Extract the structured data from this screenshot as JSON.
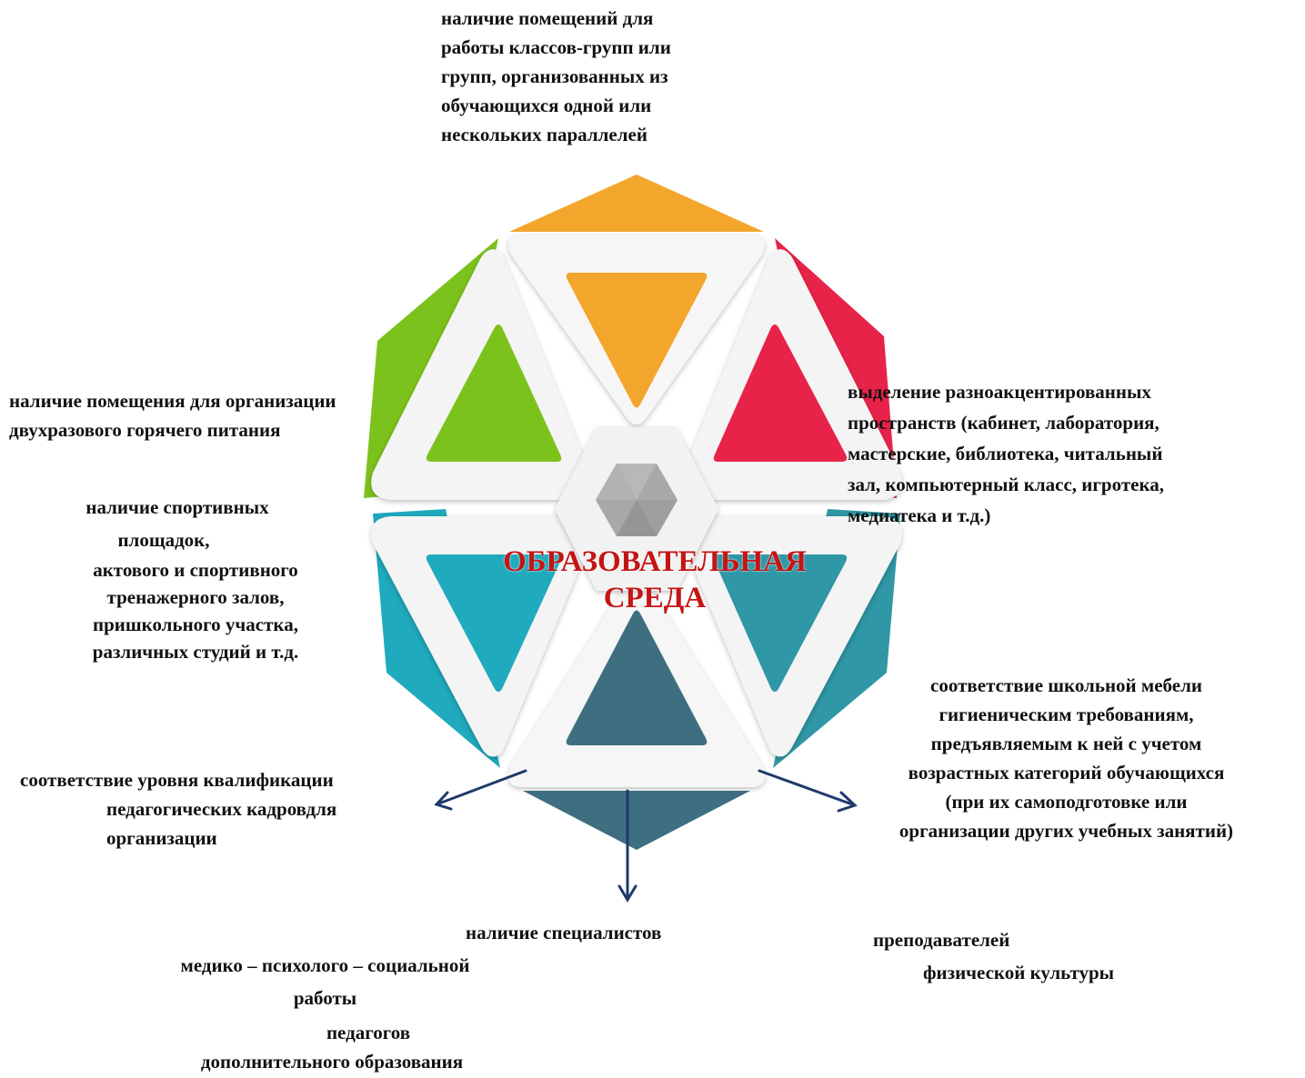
{
  "diagram": {
    "center": {
      "title_line1": "ОБРАЗОВАТЕЛЬНАЯ",
      "title_line2": "СРЕДА"
    },
    "segments": [
      {
        "id": "top",
        "color": "#f2a62b"
      },
      {
        "id": "upper-right",
        "color": "#e8234a"
      },
      {
        "id": "lower-right",
        "color": "#2f97a6"
      },
      {
        "id": "bottom",
        "color": "#3e6f80"
      },
      {
        "id": "lower-left",
        "color": "#1faabd"
      },
      {
        "id": "upper-left",
        "color": "#7cc21d"
      }
    ],
    "hub_color": "#a8a8a8",
    "arrow_color": "#1f3a6a"
  },
  "labels": {
    "top": [
      "наличие помещений для",
      "работы классов-групп или",
      "групп, организованных из",
      "обучающихся одной или",
      "нескольких параллелей"
    ],
    "left_upper": [
      "наличие помещения для организации",
      "двухразового горячего питания"
    ],
    "left_sports": [
      "наличие спортивных",
      "площадок,",
      "актового и спортивного",
      "тренажерного залов,",
      "пришкольного участка,",
      "различных студий и т.д."
    ],
    "right_upper": [
      "выделение разноакцентированных",
      "пространств (кабинет, лаборатория,",
      "мастерские, библиотека, читальный",
      "зал, компьютерный класс, игротека,",
      "медиатека и т.д.)"
    ],
    "right_lower": [
      "соответствие школьной мебели",
      "гигиеническим требованиям,",
      "предъявляемым к ней с учетом",
      "возрастных категорий обучающихся",
      "(при их самоподготовке или",
      "организации других учебных занятий)"
    ],
    "left_lower": [
      "соответствие уровня квалификации",
      "педагогических кадровдля",
      "организации"
    ],
    "specialists": "наличие специалистов",
    "medico": [
      "медико – психолого – социальной",
      "работы"
    ],
    "teachers_pe": [
      "преподавателей",
      "физической культуры"
    ],
    "teachers_add": [
      "педагогов",
      "дополнительного образования"
    ]
  }
}
